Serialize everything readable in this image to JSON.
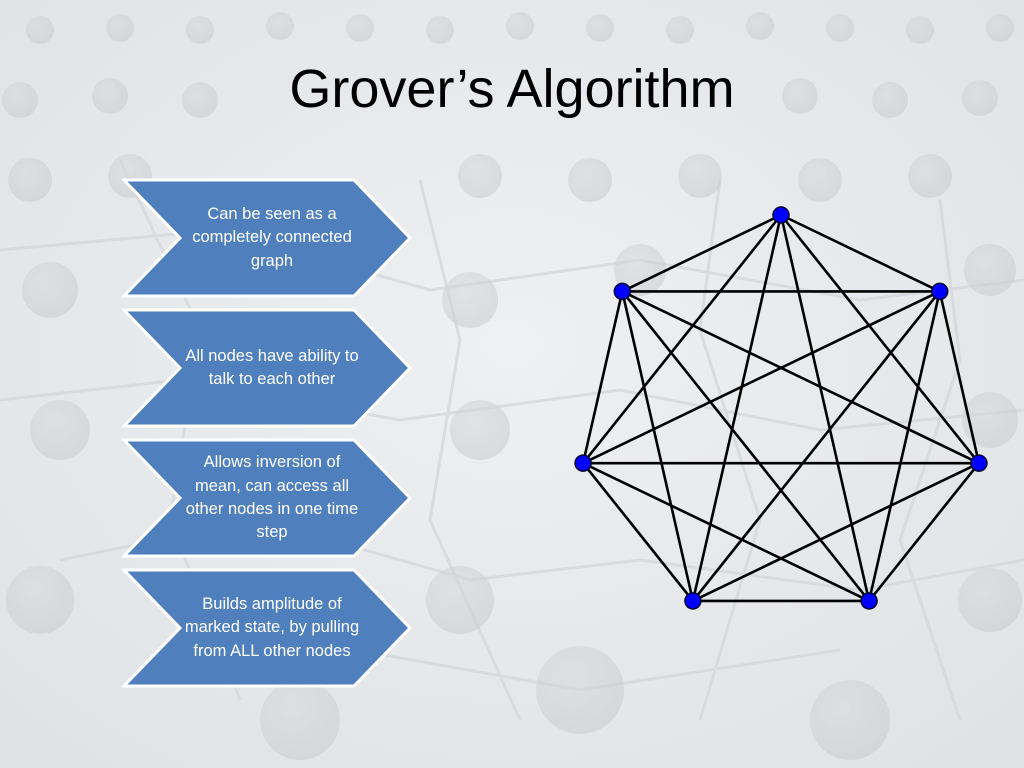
{
  "slide": {
    "title": "Grover’s Algorithm"
  },
  "chevrons": [
    {
      "text": "Can be seen as a completely connected graph"
    },
    {
      "text": "All nodes have ability to talk to each other"
    },
    {
      "text": "Allows inversion of mean, can access all other nodes in one time step"
    },
    {
      "text": "Builds amplitude of marked state, by pulling from ALL other nodes"
    }
  ],
  "colors": {
    "chevron_fill": "#4f7fbd",
    "chevron_outline": "#ffffff",
    "node_fill": "#0000ff",
    "edge": "#000000",
    "background": "#e9eaed"
  },
  "graph": {
    "type": "complete-graph",
    "node_count": 7
  }
}
